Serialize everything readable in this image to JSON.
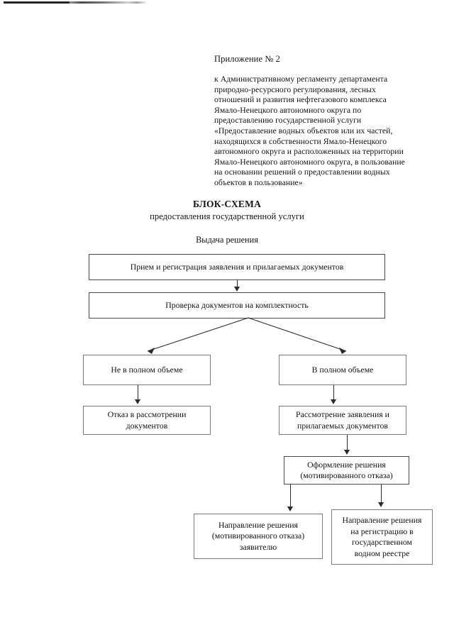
{
  "document": {
    "appendix_label": "Приложение № 2",
    "reference_lines": [
      "к Административному регламенту департамента",
      "природно-ресурсного регулирования, лесных",
      "отношений и развития нефтегазового комплекса",
      "Ямало-Ненецкого автономного округа по",
      "предоставлению государственной услуги",
      "«Предоставление водных  объектов или их частей,",
      "находящихся в  собственности Ямало-Ненецкого",
      "автономного  округа и расположенных на территории",
      "Ямало-Ненецкого автономного округа,  в пользование",
      "на основании решений  о предоставлении водных",
      "объектов в пользование»"
    ],
    "title": "БЛОК-СХЕМА",
    "subtitle": "предоставления государственной услуги",
    "stage_label": "Выдача решения"
  },
  "flowchart": {
    "nodes": [
      {
        "id": "intake",
        "text": "Прием и регистрация заявления и прилагаемых документов"
      },
      {
        "id": "completeness",
        "text": "Проверка документов на комплектность"
      },
      {
        "id": "incomplete",
        "text": "Не в полном объеме"
      },
      {
        "id": "complete",
        "text": "В полном объеме"
      },
      {
        "id": "refusal",
        "text": "Отказ в рассмотрении документов"
      },
      {
        "id": "review",
        "text": "Рассмотрение заявления и прилагаемых документов"
      },
      {
        "id": "decision",
        "text": "Оформление решения (мотивированного отказа)"
      },
      {
        "id": "send-applicant",
        "text": "Направление решения (мотивированного отказа) заявителю"
      },
      {
        "id": "send-registry",
        "text": "Направление решения на регистрацию в государственном водном реестре"
      }
    ],
    "node_lines": {
      "intake": [
        "Прием и регистрация заявления и прилагаемых документов"
      ],
      "completeness": [
        "Проверка документов на комплектность"
      ],
      "incomplete": [
        "Не в полном объеме"
      ],
      "complete": [
        "В полном объеме"
      ],
      "refusal": [
        "Отказ в рассмотрении",
        "документов"
      ],
      "review": [
        "Рассмотрение заявления и",
        "прилагаемых документов"
      ],
      "decision": [
        "Оформление решения",
        "(мотивированного отказа)"
      ],
      "send_applicant": [
        "Направление решения",
        "(мотивированного отказа)",
        "заявителю"
      ],
      "send_registry": [
        "Направление решения",
        "на регистрацию в",
        "государственном",
        "водном реестре"
      ]
    }
  },
  "colors": {
    "ink": "#141414",
    "rule": "#4a4a4a",
    "rule_soft": "#7d7d7d",
    "connector": "#2b2b2b",
    "page": "#ffffff"
  }
}
